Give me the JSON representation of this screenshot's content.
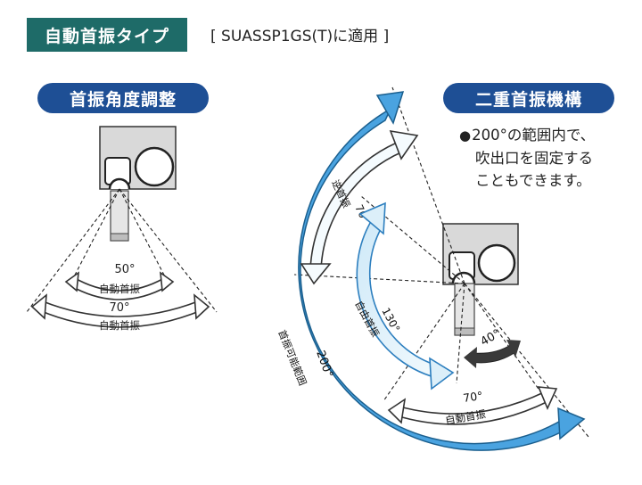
{
  "header": {
    "tag_label": "自動首振タイプ",
    "model_note": "[ SUASSP1GS(T)に適用 ]"
  },
  "left_panel": {
    "title": "首振角度調整",
    "inner_angle": "50°",
    "inner_label": "自動首振",
    "outer_angle": "70°",
    "outer_label": "自動首振"
  },
  "right_panel": {
    "title": "二重首振機構",
    "note_bullet": "●",
    "note_lines": [
      "200°の範囲内で、",
      "吹出口を固定する",
      "こともできます。"
    ],
    "arcs": [
      {
        "angle": "200°",
        "label": "首振可能範囲"
      },
      {
        "angle": "70°",
        "label": "逆首振"
      },
      {
        "angle": "130°",
        "label": "自由首振"
      },
      {
        "angle": "40°",
        "label": ""
      },
      {
        "angle": "70°",
        "label": "自動首振"
      }
    ]
  },
  "colors": {
    "tag_bg": "#1e6b68",
    "pill_bg": "#1e4f95",
    "arrow_blue": "#4aa3e0",
    "arrow_light": "#dceff9",
    "arrow_dark": "#3a3a3a"
  }
}
